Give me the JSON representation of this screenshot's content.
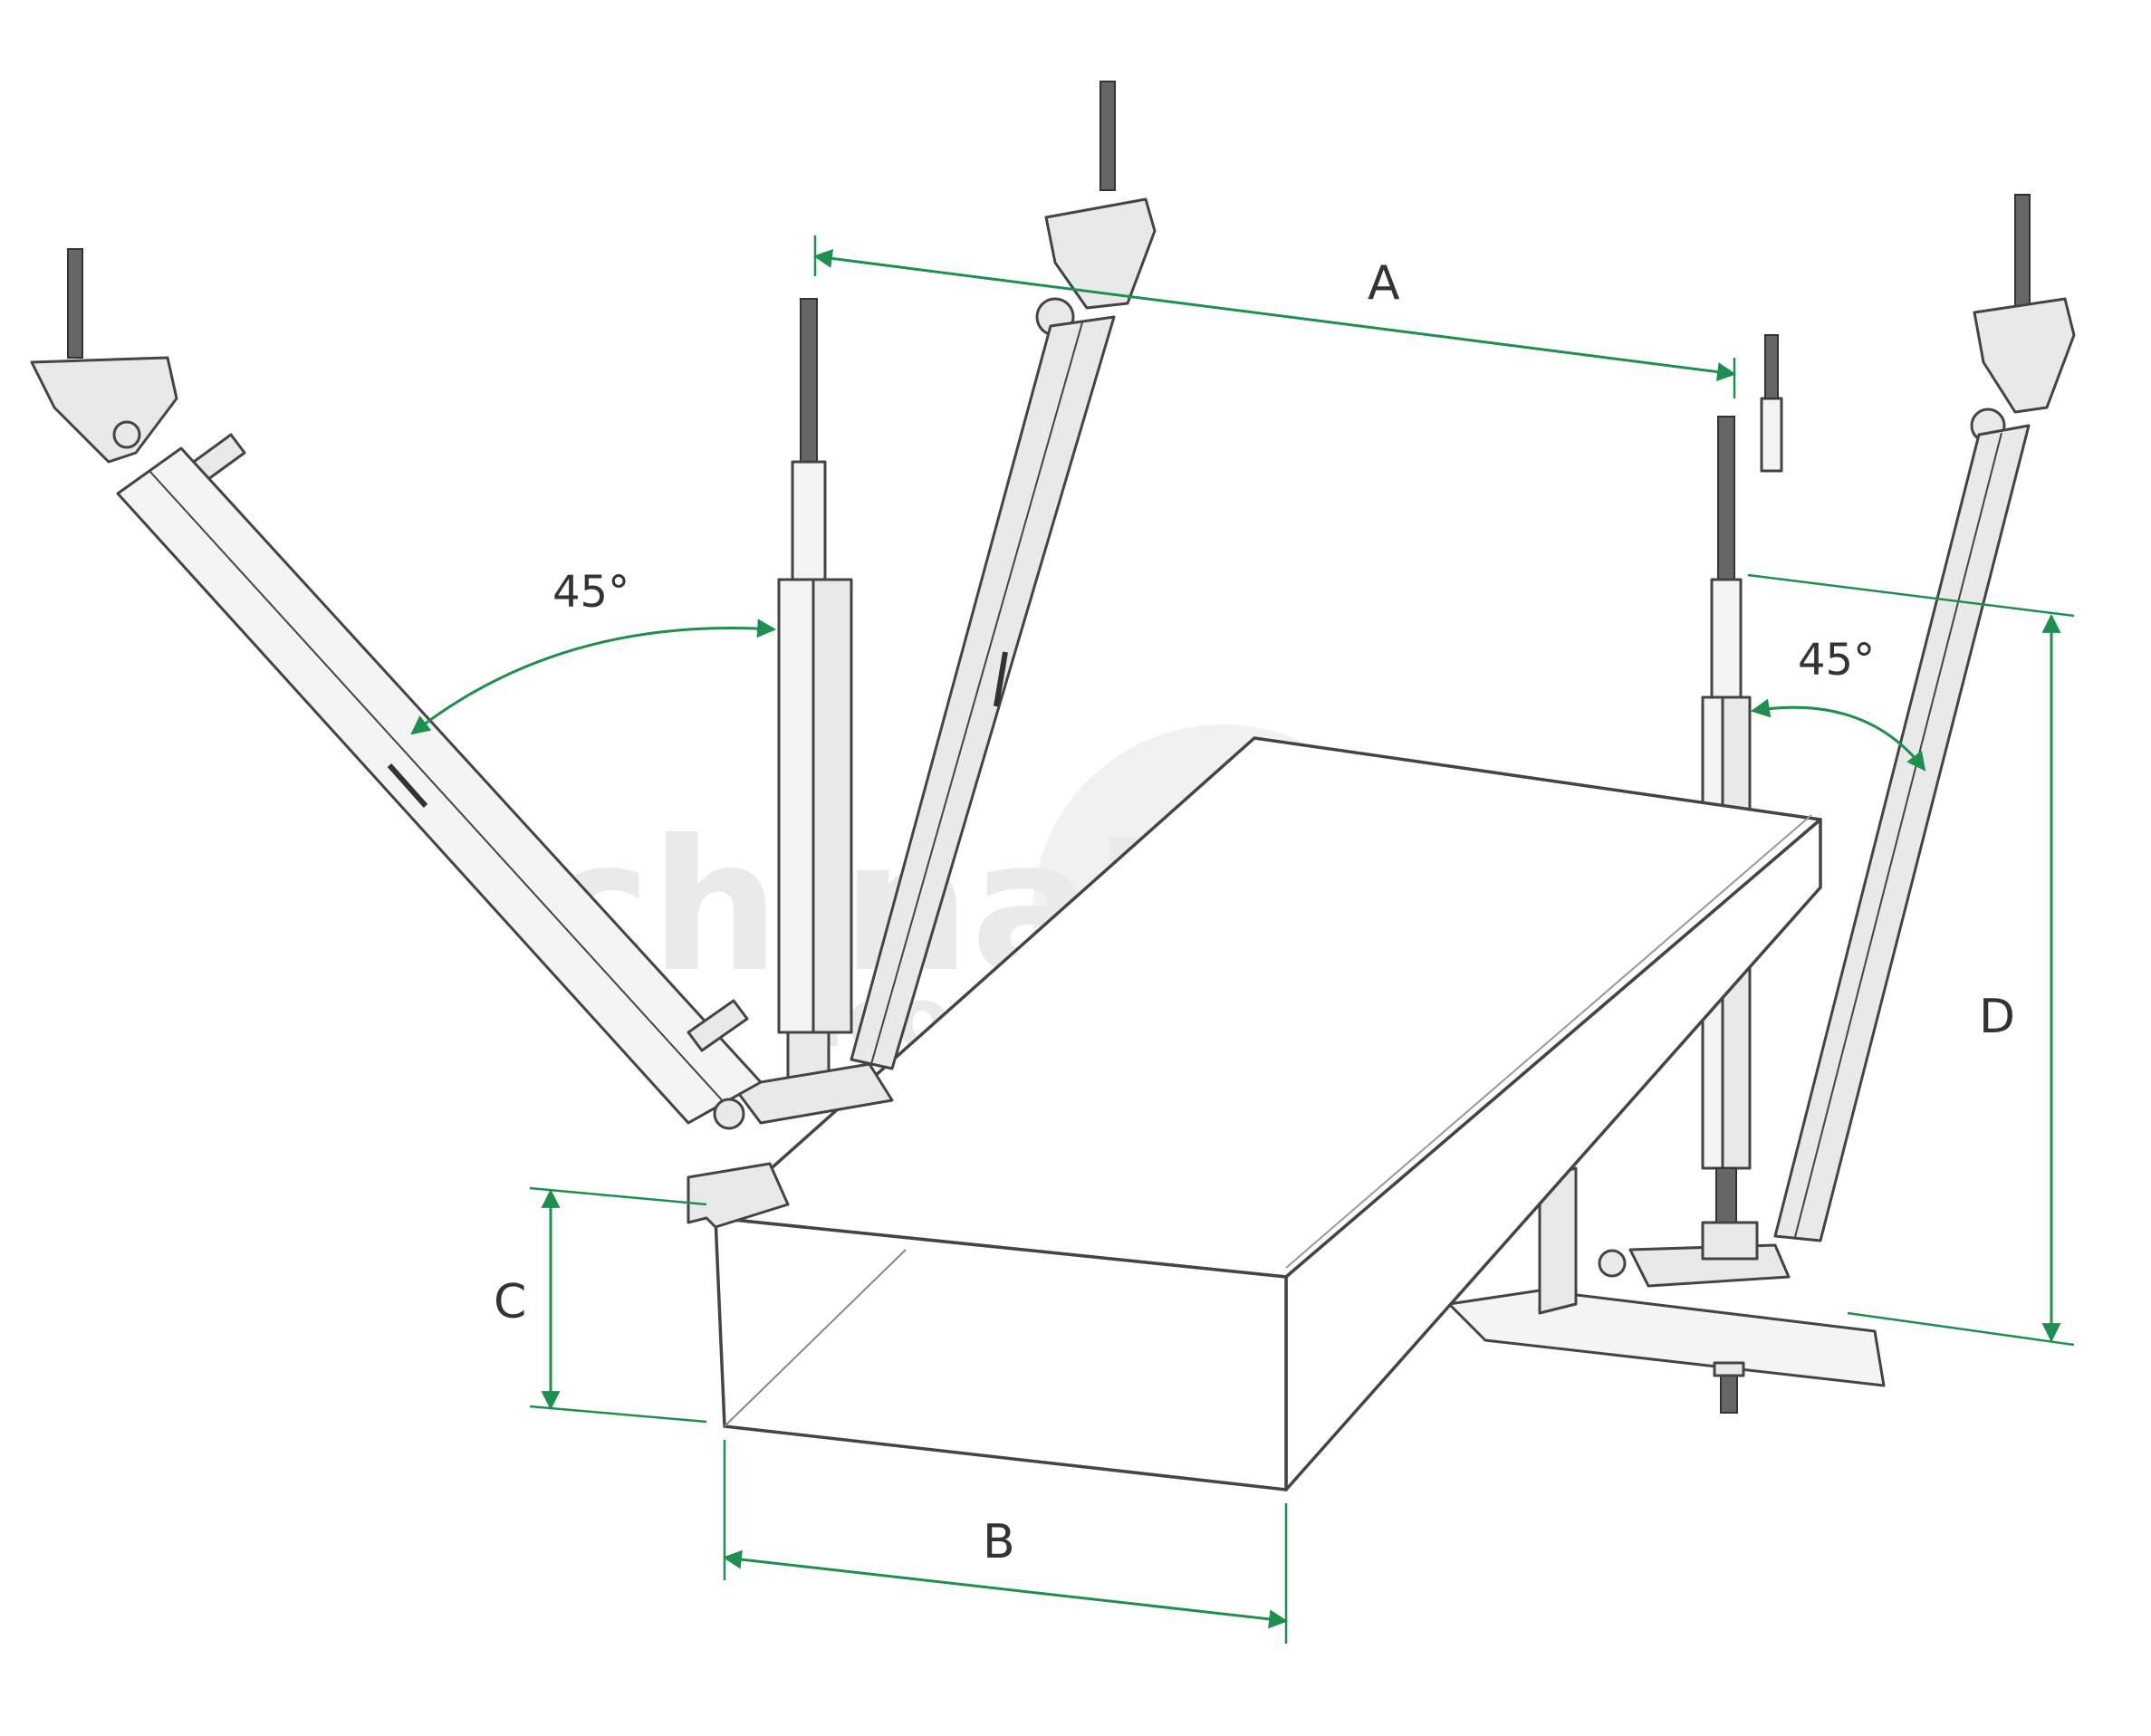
{
  "dimensions": {
    "a": "A",
    "b": "B",
    "c": "C",
    "d": "D"
  },
  "angles": {
    "left": "45°",
    "right": "45°"
  },
  "watermark": {
    "main": "chinaNVC",
    "sub": ".com"
  },
  "colors": {
    "dimension_line": "#1e8f4e",
    "outline": "#444444",
    "watermark": "#dcdcdc"
  }
}
